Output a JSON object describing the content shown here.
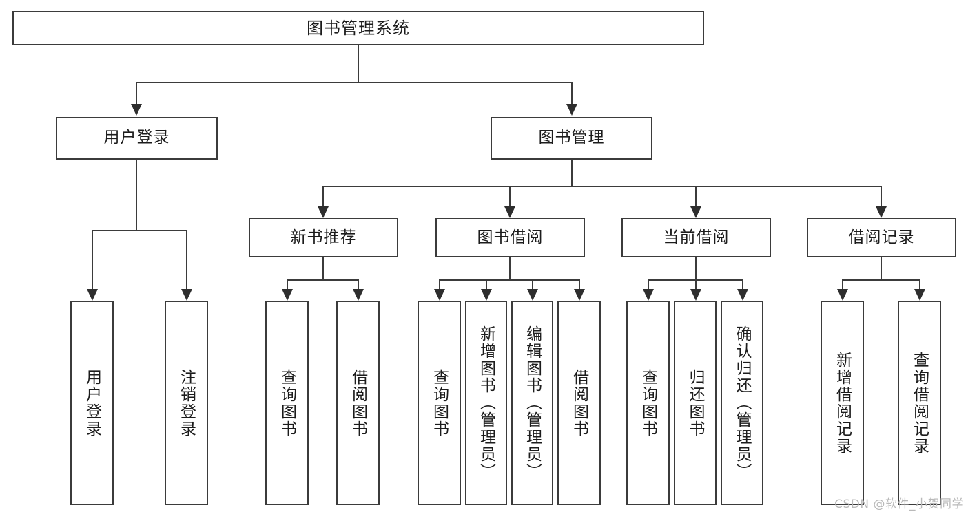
{
  "diagram": {
    "title": "图书管理系统",
    "watermark": "CSDN @软件_小贺同学",
    "line_color": "#3b3b3b",
    "arrow_color": "#2e2e2e",
    "background_color": "#ffffff",
    "text_color": "#1c1c1c",
    "root": {
      "label": "图书管理系统"
    },
    "level1": [
      {
        "label": "用户登录"
      },
      {
        "label": "图书管理"
      }
    ],
    "level2": [
      {
        "label": "新书推荐"
      },
      {
        "label": "图书借阅"
      },
      {
        "label": "当前借阅"
      },
      {
        "label": "借阅记录"
      }
    ],
    "leaves": {
      "user_login": [
        {
          "label": "用户登录"
        },
        {
          "label": "注销登录"
        }
      ],
      "new_book": [
        {
          "label": "查询图书"
        },
        {
          "label": "借阅图书"
        }
      ],
      "book_borrow": [
        {
          "label": "查询图书"
        },
        {
          "label": "新增图书（管理员）"
        },
        {
          "label": "编辑图书（管理员）"
        },
        {
          "label": "借阅图书"
        }
      ],
      "current_borrow": [
        {
          "label": "查询图书"
        },
        {
          "label": "归还图书"
        },
        {
          "label": "确认归还（管理员）"
        }
      ],
      "borrow_record": [
        {
          "label": "新增借阅记录"
        },
        {
          "label": "查询借阅记录"
        }
      ]
    }
  }
}
